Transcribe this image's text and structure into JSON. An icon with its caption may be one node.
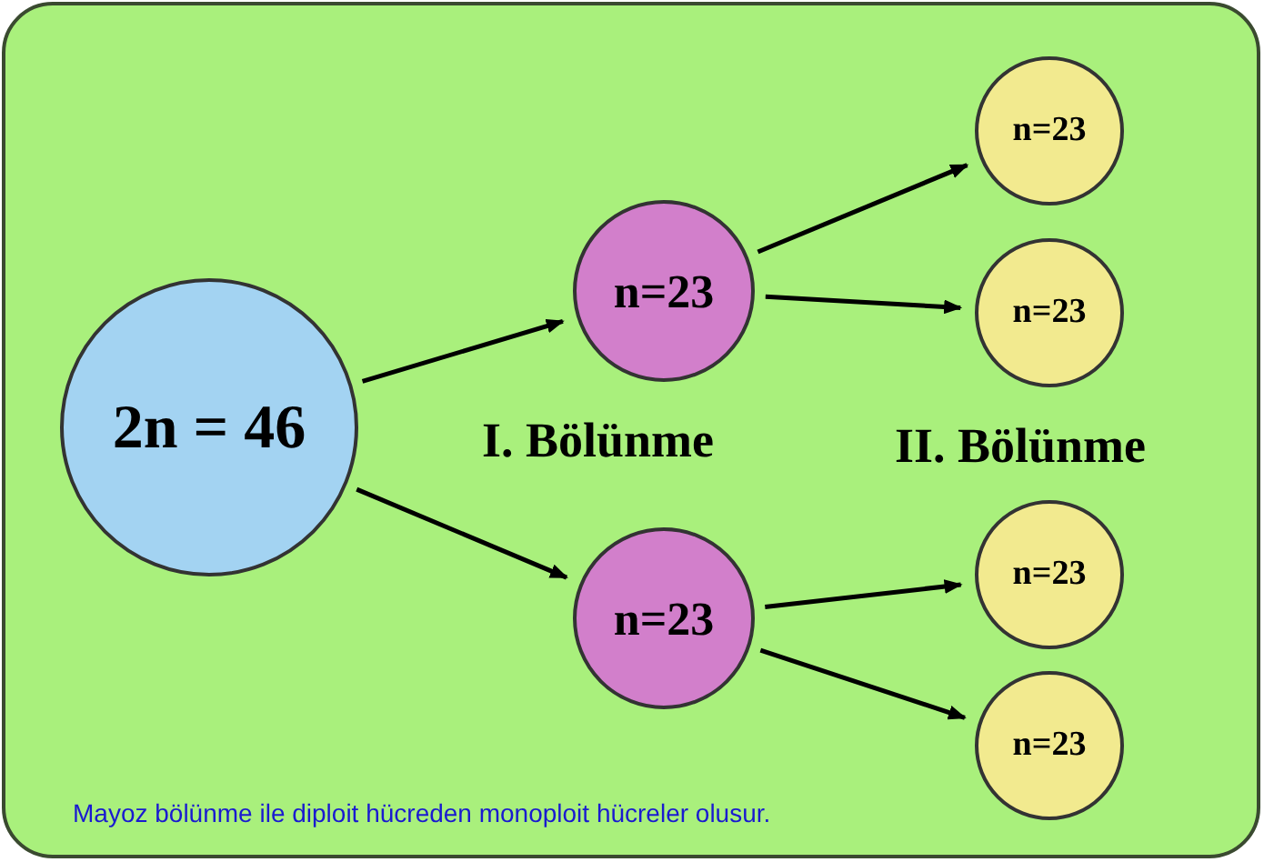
{
  "diagram": {
    "nodes": [
      {
        "text": [
          "2n = 46"
        ]
      },
      {
        "text": [
          "n=23"
        ]
      },
      {
        "text": [
          "n=23"
        ]
      },
      {
        "text": [
          "n=23"
        ]
      },
      {
        "text": [
          "n=23"
        ]
      },
      {
        "text": [
          "n=23"
        ]
      },
      {
        "text": [
          "n=23"
        ]
      }
    ],
    "edges": [
      {
        "from": 0,
        "to": 1,
        "arrow": "to"
      },
      {
        "from": 0,
        "to": 2,
        "arrow": "to"
      },
      {
        "from": 1,
        "to": 3,
        "arrow": "to"
      },
      {
        "from": 1,
        "to": 4,
        "arrow": "to"
      },
      {
        "from": 2,
        "to": 5,
        "arrow": "to"
      },
      {
        "from": 2,
        "to": 6,
        "arrow": "to"
      }
    ],
    "labels": [
      "I. Bölünme",
      "II. Bölünme"
    ],
    "caption": "Mayoz bölünme ile diploit hücreden monoploit hücreler olusur."
  }
}
